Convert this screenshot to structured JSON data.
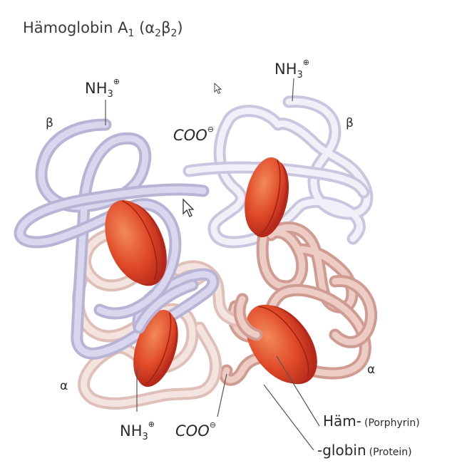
{
  "title": {
    "main": "Hämoglobin A",
    "sub1": "1",
    "formula_open": " (α",
    "sub2": "2",
    "formula_beta": "β",
    "sub3": "2",
    "formula_close": ")"
  },
  "labels": {
    "nh3_top_left": "NH",
    "nh3_top_right": "NH",
    "nh3_bottom": "NH",
    "nh3_sub": "3",
    "plus": "⊕",
    "coo_top": "COO",
    "coo_bottom": "COO",
    "minus": "⊖",
    "beta_left": "β",
    "beta_right": "β",
    "alpha_left": "α",
    "alpha_right": "α",
    "ham": "Häm-",
    "ham_note": "(Porphyrin)",
    "globin": "-globin",
    "globin_note": "(Protein)"
  },
  "colors": {
    "beta_chain": "#b7b4d6",
    "alpha_chain": "#d09c92",
    "heme": "#e04a28",
    "heme_dark": "#b5281a"
  },
  "icons": [
    "cursor-arrow-icon",
    "cursor-arrow-icon"
  ]
}
